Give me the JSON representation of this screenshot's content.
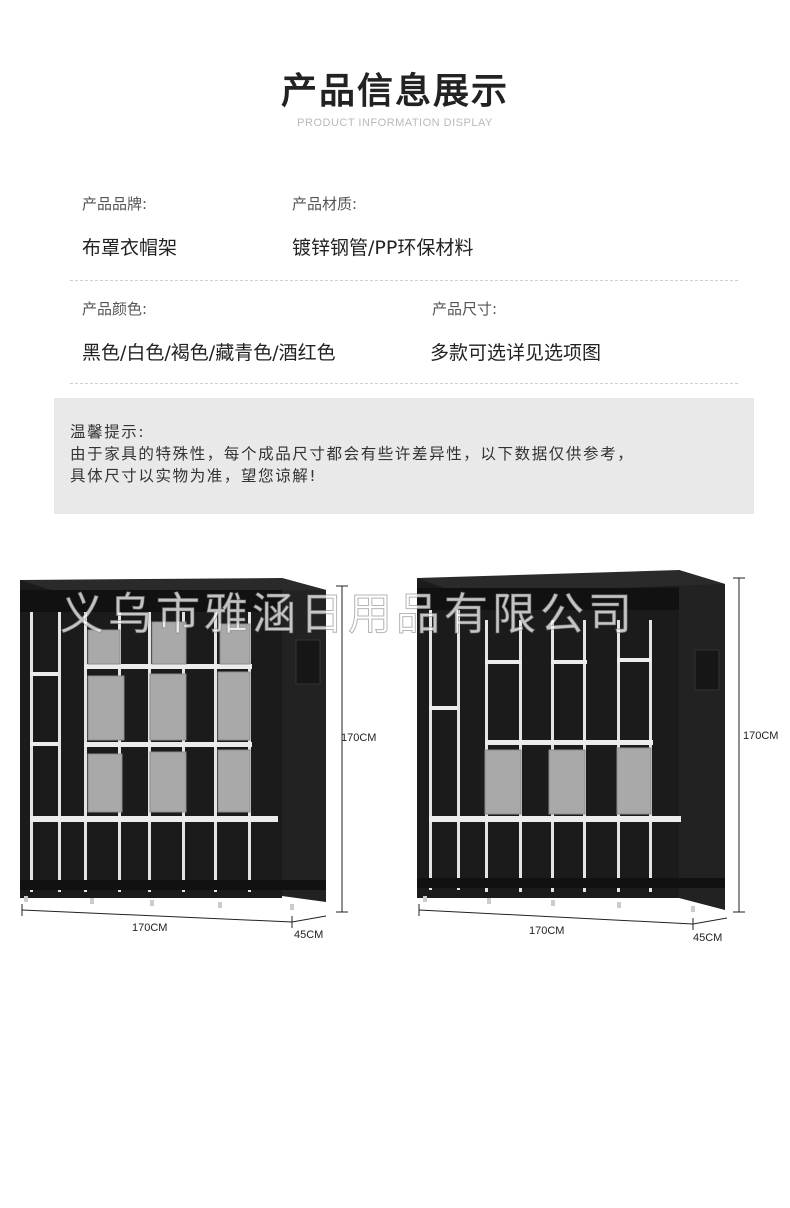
{
  "header": {
    "title": "产品信息展示",
    "subtitle": "PRODUCT INFORMATION DISPLAY"
  },
  "info": {
    "brand_label": "产品品牌:",
    "brand_value": "布罩衣帽架",
    "material_label": "产品材质:",
    "material_value": "镀锌钢管/PP环保材料",
    "color_label": "产品颜色:",
    "color_value": "黑色/白色/褐色/藏青色/酒红色",
    "size_label": "产品尺寸:",
    "size_value": "多款可选详见选项图"
  },
  "tip": {
    "heading": "温馨提示:",
    "line1": "由于家具的特殊性，每个成品尺寸都会有些许差异性，以下数据仅供参考，",
    "line2": "具体尺寸以实物为准，望您谅解!"
  },
  "watermark": "义乌市雅涵日用品有限公司",
  "wardrobes": {
    "left": {
      "height": "170CM",
      "width": "170CM",
      "depth": "45CM"
    },
    "right": {
      "height": "170CM",
      "width": "170CM",
      "depth": "45CM"
    }
  },
  "colors": {
    "frame": "#1c1c1c",
    "cover": "#262626",
    "pipe": "#e6e6e6",
    "drawer": "#a9a9a9",
    "tip_bg": "#e9e9e9"
  }
}
